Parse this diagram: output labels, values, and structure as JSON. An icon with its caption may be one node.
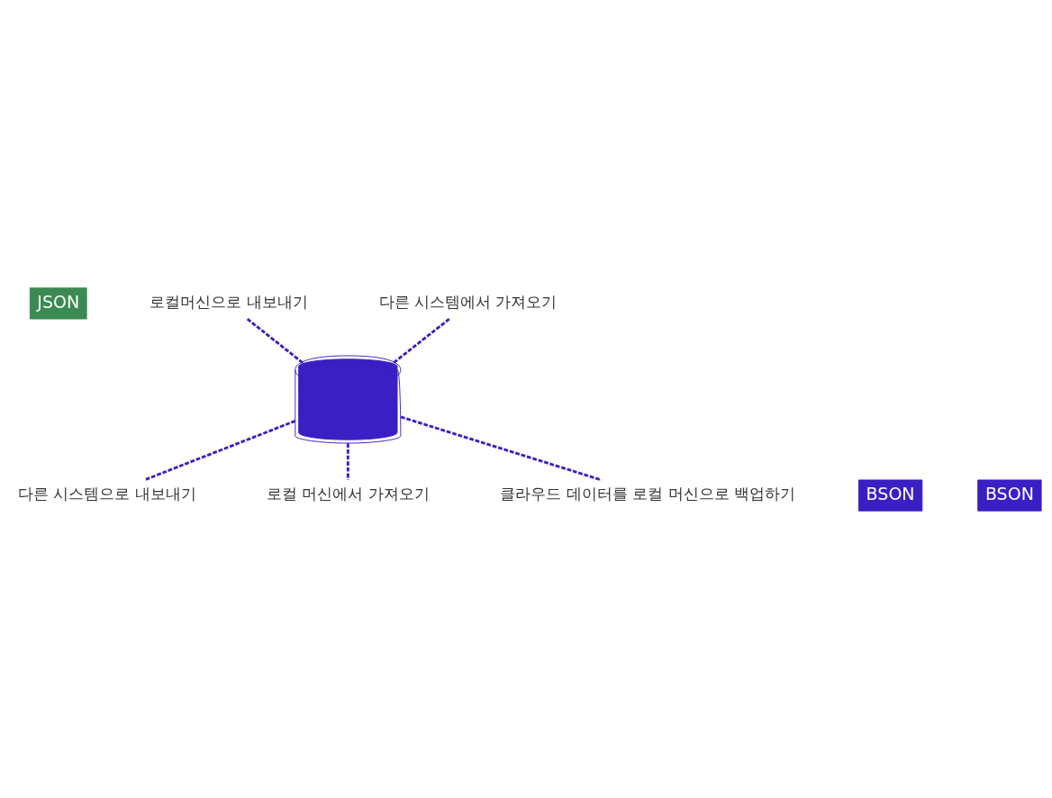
{
  "diagram": {
    "nodes": [
      {
        "text": [
          "JSON"
        ]
      },
      {
        "text": [
          "로컬머신으로 내보내기"
        ]
      },
      {
        "text": [
          "다른 시스템에서 가져오기"
        ]
      },
      {
        "text": [],
        "shape": "cylinder"
      },
      {
        "text": [
          "다른 시스템으로 내보내기"
        ]
      },
      {
        "text": [
          "로컬 머신에서 가져오기"
        ]
      },
      {
        "text": [
          "BSON"
        ]
      },
      {
        "text": [
          "클라우드 데이터를 로컬 머신으로 백업하기"
        ]
      },
      {
        "text": [
          "BSON"
        ]
      }
    ],
    "edges": [
      {
        "from": 1,
        "to": 3,
        "arrow": "none",
        "style": "dashed"
      },
      {
        "from": 2,
        "to": 3,
        "arrow": "none",
        "style": "dashed"
      },
      {
        "from": 3,
        "to": 4,
        "arrow": "none",
        "style": "dashed"
      },
      {
        "from": 3,
        "to": 7,
        "arrow": "none",
        "style": "dashed"
      },
      {
        "from": 3,
        "to": 5,
        "arrow": "none",
        "style": "dashed"
      }
    ]
  }
}
